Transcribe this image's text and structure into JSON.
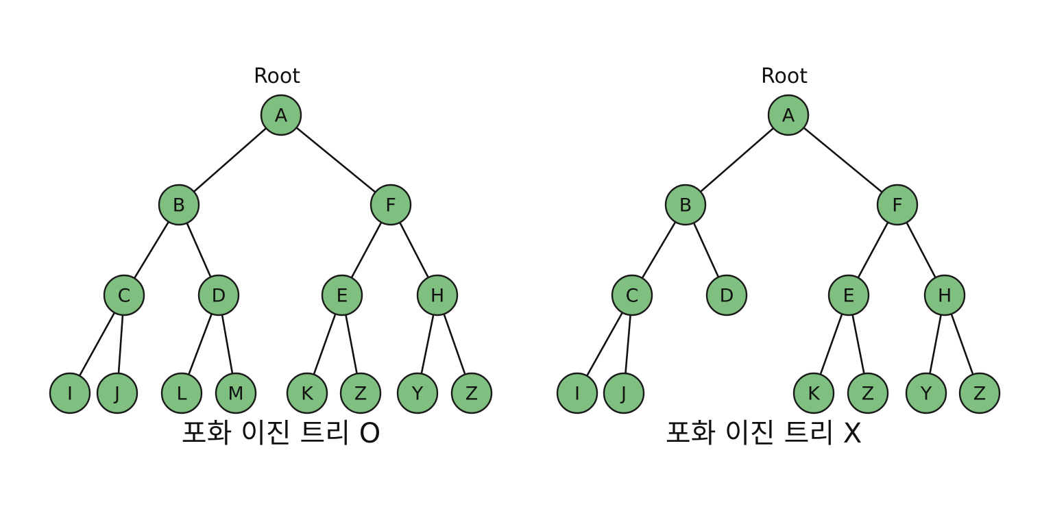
{
  "trees": [
    {
      "root_label": "Root",
      "caption": "포화 이진 트리 O",
      "nodes": [
        {
          "id": "A",
          "label": "A"
        },
        {
          "id": "B",
          "label": "B"
        },
        {
          "id": "F",
          "label": "F"
        },
        {
          "id": "C",
          "label": "C"
        },
        {
          "id": "D",
          "label": "D"
        },
        {
          "id": "E",
          "label": "E"
        },
        {
          "id": "H",
          "label": "H"
        },
        {
          "id": "I",
          "label": "I"
        },
        {
          "id": "J",
          "label": "J"
        },
        {
          "id": "L",
          "label": "L"
        },
        {
          "id": "M",
          "label": "M"
        },
        {
          "id": "K",
          "label": "K"
        },
        {
          "id": "Z1",
          "label": "Z"
        },
        {
          "id": "Y",
          "label": "Y"
        },
        {
          "id": "Z2",
          "label": "Z"
        }
      ],
      "edges": [
        [
          "A",
          "B"
        ],
        [
          "A",
          "F"
        ],
        [
          "B",
          "C"
        ],
        [
          "B",
          "D"
        ],
        [
          "F",
          "E"
        ],
        [
          "F",
          "H"
        ],
        [
          "C",
          "I"
        ],
        [
          "C",
          "J"
        ],
        [
          "D",
          "L"
        ],
        [
          "D",
          "M"
        ],
        [
          "E",
          "K"
        ],
        [
          "E",
          "Z1"
        ],
        [
          "H",
          "Y"
        ],
        [
          "H",
          "Z2"
        ]
      ]
    },
    {
      "root_label": "Root",
      "caption": "포화 이진 트리 X",
      "nodes": [
        {
          "id": "A",
          "label": "A"
        },
        {
          "id": "B",
          "label": "B"
        },
        {
          "id": "F",
          "label": "F"
        },
        {
          "id": "C",
          "label": "C"
        },
        {
          "id": "D",
          "label": "D"
        },
        {
          "id": "E",
          "label": "E"
        },
        {
          "id": "H",
          "label": "H"
        },
        {
          "id": "I",
          "label": "I"
        },
        {
          "id": "J",
          "label": "J"
        },
        {
          "id": "K",
          "label": "K"
        },
        {
          "id": "Z1",
          "label": "Z"
        },
        {
          "id": "Y",
          "label": "Y"
        },
        {
          "id": "Z2",
          "label": "Z"
        }
      ],
      "edges": [
        [
          "A",
          "B"
        ],
        [
          "A",
          "F"
        ],
        [
          "B",
          "C"
        ],
        [
          "B",
          "D"
        ],
        [
          "F",
          "E"
        ],
        [
          "F",
          "H"
        ],
        [
          "C",
          "I"
        ],
        [
          "C",
          "J"
        ],
        [
          "E",
          "K"
        ],
        [
          "E",
          "Z1"
        ],
        [
          "H",
          "Y"
        ],
        [
          "H",
          "Z2"
        ]
      ]
    }
  ],
  "colors": {
    "node_fill": "#7fbf7f",
    "node_stroke": "#1a1a1a",
    "edge": "#111111",
    "text": "#111111",
    "background": "#ffffff"
  }
}
